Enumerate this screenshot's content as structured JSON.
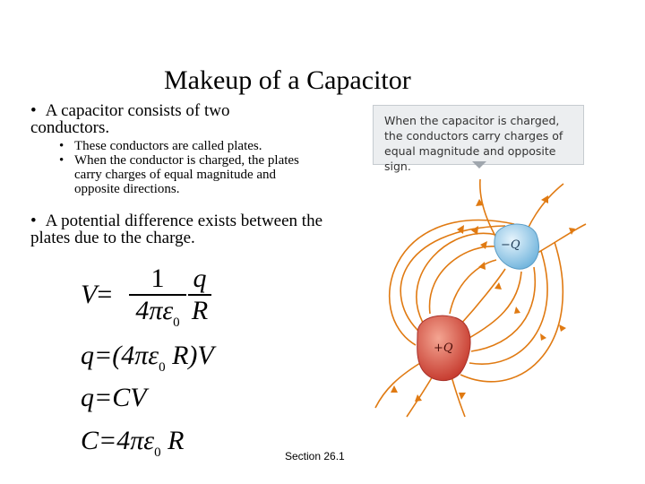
{
  "slide": {
    "title": "Makeup of a Capacitor",
    "bullet1_marker": "•",
    "bullet1": "A capacitor consists of two conductors.",
    "sub_marker": "•",
    "sub_items": [
      "These conductors are called plates.",
      "When the conductor is charged, the plates carry charges of equal magnitude and opposite directions."
    ],
    "bullet2_marker": "•",
    "bullet2": "A potential difference exists between the plates due to the charge.",
    "section": "Section  26.1"
  },
  "equations": {
    "eq1": {
      "lhs": "V",
      "eq": "=",
      "n1": "1",
      "d1": "4πε",
      "d1sub": "0",
      "n2": "q",
      "d2": "R"
    },
    "eq2": {
      "left": "q",
      "mid": "=(4πε",
      "sub": "0",
      "right": " R)V"
    },
    "eq3": {
      "text": "q=CV"
    },
    "eq4": {
      "left": "C=4πε",
      "sub": "0",
      "right": " R"
    }
  },
  "figure": {
    "callout": "When the capacitor is charged, the conductors carry charges of equal magnitude and opposite sign.",
    "neg_label": "−Q",
    "pos_label": "+Q",
    "colors": {
      "field": "#e07a12",
      "neg": "#8ec6e8",
      "pos": "#d9483a",
      "callout_bg": "#eceef0"
    }
  }
}
